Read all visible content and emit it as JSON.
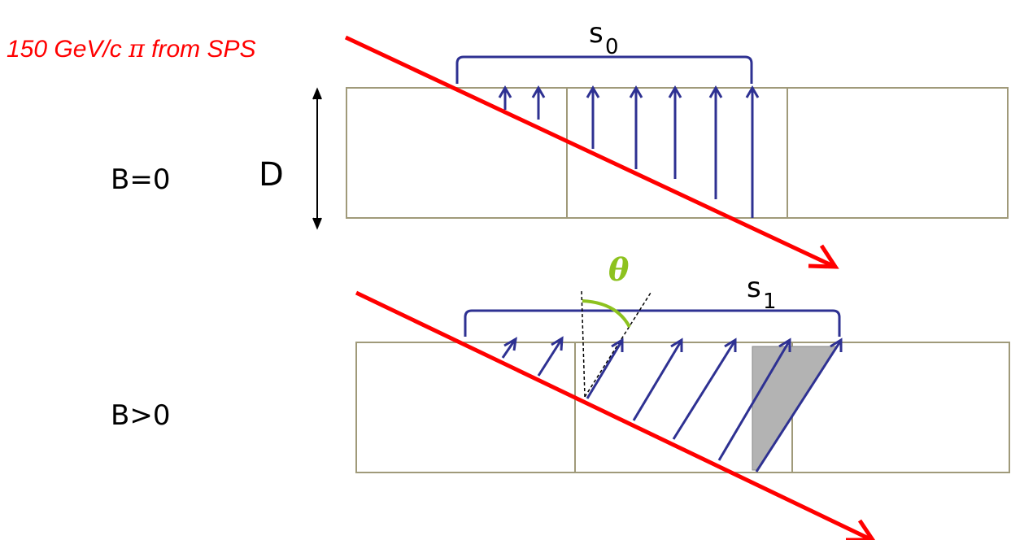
{
  "beam": {
    "label_main": "150 GeV/c ",
    "label_symbol": "π",
    "label_tail": " from SPS",
    "color": "#ff0000"
  },
  "panels": {
    "top": {
      "field_label": "B=0",
      "depth_label": "D",
      "span_label": "s",
      "span_sub": "0"
    },
    "bottom": {
      "field_label": "B>0",
      "angle_label": "θ",
      "span_label": "s",
      "span_sub": "1"
    }
  },
  "colors": {
    "drift_arrows": "#2e3192",
    "chamber_outline": "#a09a7a",
    "angle_arc": "#8dc21f",
    "shaded_region": "#b3b3b3"
  }
}
